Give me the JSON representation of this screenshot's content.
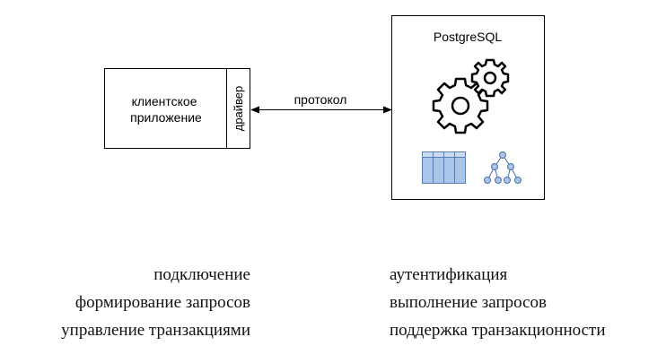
{
  "client": {
    "app_label": [
      "клиентское",
      "приложение"
    ],
    "driver_label": "драйвер"
  },
  "protocol_label": "протокол",
  "server": {
    "title": "PostgreSQL",
    "icons": [
      "gears-icon",
      "table-icon",
      "tree-index-icon"
    ]
  },
  "client_functions": [
    "подключение",
    "формирование запросов",
    "управление транзакциями"
  ],
  "server_functions": [
    "аутентификация",
    "выполнение запросов",
    "поддержка транзакционности"
  ],
  "colors": {
    "line": "#000000",
    "table_fill": "#a9c6e8",
    "table_stroke": "#5b7fb3",
    "tree_fill": "#a9c6e8",
    "tree_stroke": "#4a6fa8"
  }
}
